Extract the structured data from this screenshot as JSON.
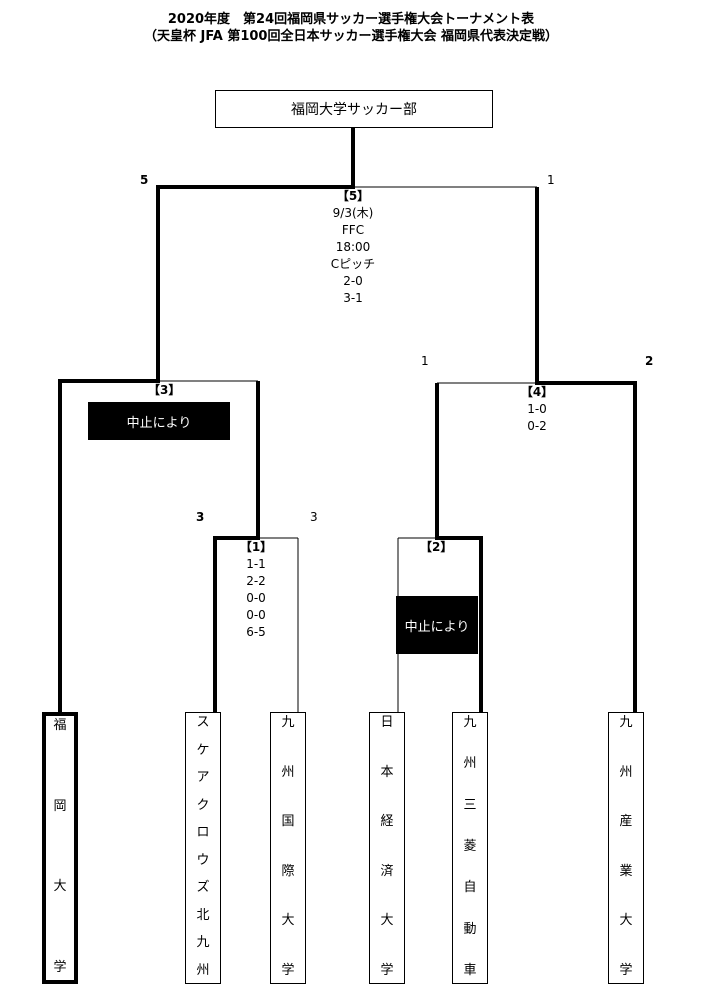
{
  "title_line1": "2020年度　第24回福岡県サッカー選手権大会トーナメント表",
  "title_line2": "（天皇杯 JFA 第100回全日本サッカー選手権大会 福岡県代表決定戦）",
  "winner": "福岡大学サッカー部",
  "final": {
    "match": "【5】",
    "date": "9/3(木)",
    "venue": "FFC",
    "time": "18:00",
    "pitch": "Cピッチ",
    "score1": "2-0",
    "score2": "3-1",
    "left_count": "5",
    "right_count": "1"
  },
  "semi_left": {
    "match": "【3】",
    "note": "中止により"
  },
  "semi_right": {
    "match": "【4】",
    "score1": "1-0",
    "score2": "0-2",
    "left_count": "1",
    "right_count": "2"
  },
  "qf1": {
    "match": "【1】",
    "scores": [
      "1-1",
      "2-2",
      "0-0",
      "0-0",
      "6-5"
    ],
    "left_count": "3",
    "right_count": "3"
  },
  "qf2": {
    "match": "【2】",
    "note": "中止により"
  },
  "teams": [
    {
      "name": [
        "福",
        "岡",
        "大",
        "学"
      ]
    },
    {
      "name": [
        "ス",
        "ケ",
        "ア",
        "ク",
        "ロ",
        "ウ",
        "ズ",
        "北",
        "九",
        "州"
      ]
    },
    {
      "name": [
        "九",
        "州",
        "国",
        "際",
        "大",
        "学"
      ]
    },
    {
      "name": [
        "日",
        "本",
        "経",
        "済",
        "大",
        "学"
      ]
    },
    {
      "name": [
        "九",
        "州",
        "三",
        "菱",
        "自",
        "動",
        "車"
      ]
    },
    {
      "name": [
        "九",
        "州",
        "産",
        "業",
        "大",
        "学"
      ]
    }
  ]
}
